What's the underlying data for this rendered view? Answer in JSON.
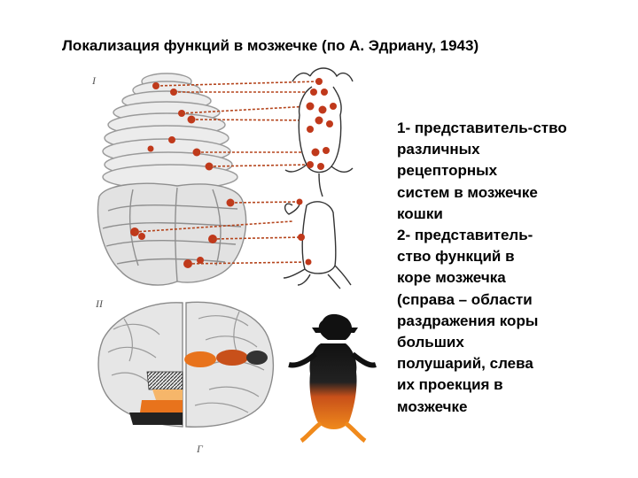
{
  "title": "Локализация  функций  в мозжечке (по  А. Эдриану, 1943)",
  "caption": {
    "item1": "1- представитель-ство\n    различных\n    рецепторных\n    систем в  мозжечке\n    кошки",
    "item2": " 2- представитель-\n    ство  функций  в\n    коре  мозжечка\n    (справа – области\n    раздражения коры\n    больших\n    полушарий,  слева\n    их  проекция  в\n    мозжечке"
  },
  "figure_marks": {
    "part1": "I",
    "part2": "II",
    "bottom": "Г"
  },
  "colors": {
    "spot": "#c0391b",
    "leader": "#b5461e",
    "orange": "#e8731c",
    "dark_orange": "#c8501a",
    "black": "#111111"
  }
}
